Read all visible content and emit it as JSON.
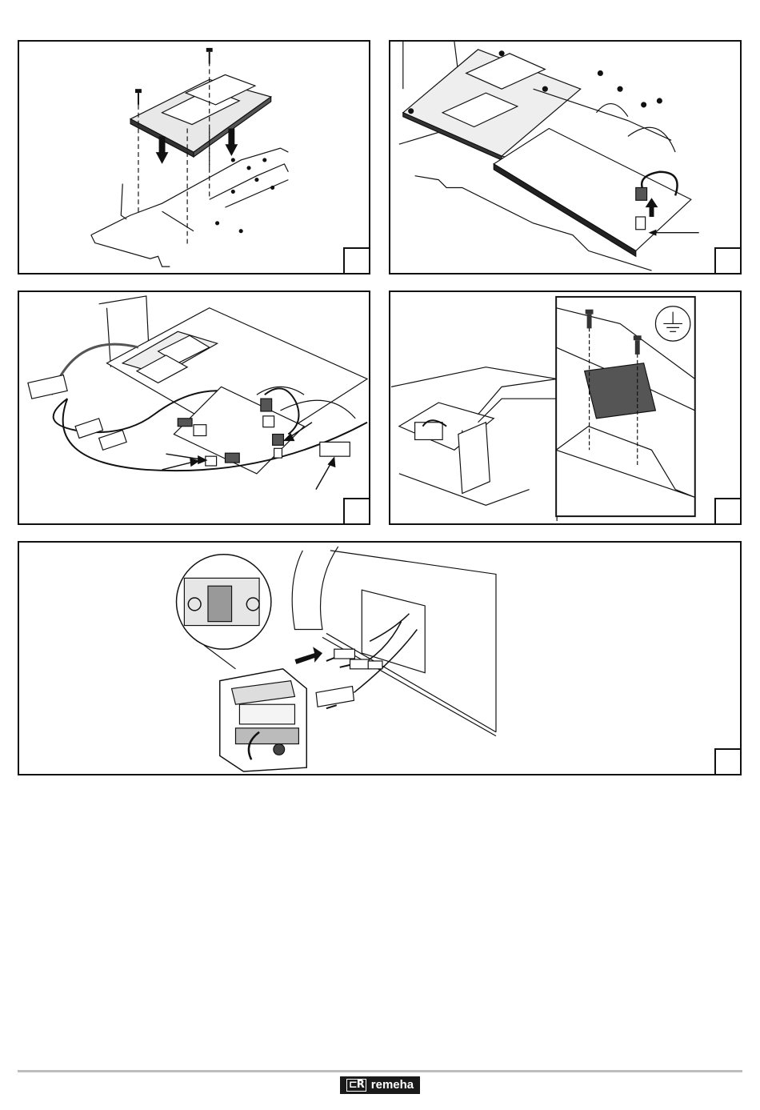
{
  "figures": [
    {
      "id": "fig1",
      "step_label": ""
    },
    {
      "id": "fig2",
      "step_label": ""
    },
    {
      "id": "fig3",
      "step_label": ""
    },
    {
      "id": "fig4",
      "step_label": ""
    },
    {
      "id": "fig5",
      "step_label": ""
    }
  ],
  "icons": [
    "screw-icon",
    "arrow-icon",
    "earth-ground-icon",
    "rotate-icon"
  ],
  "footer": {
    "logo_mark": "⊏R",
    "brand": "remeha"
  }
}
